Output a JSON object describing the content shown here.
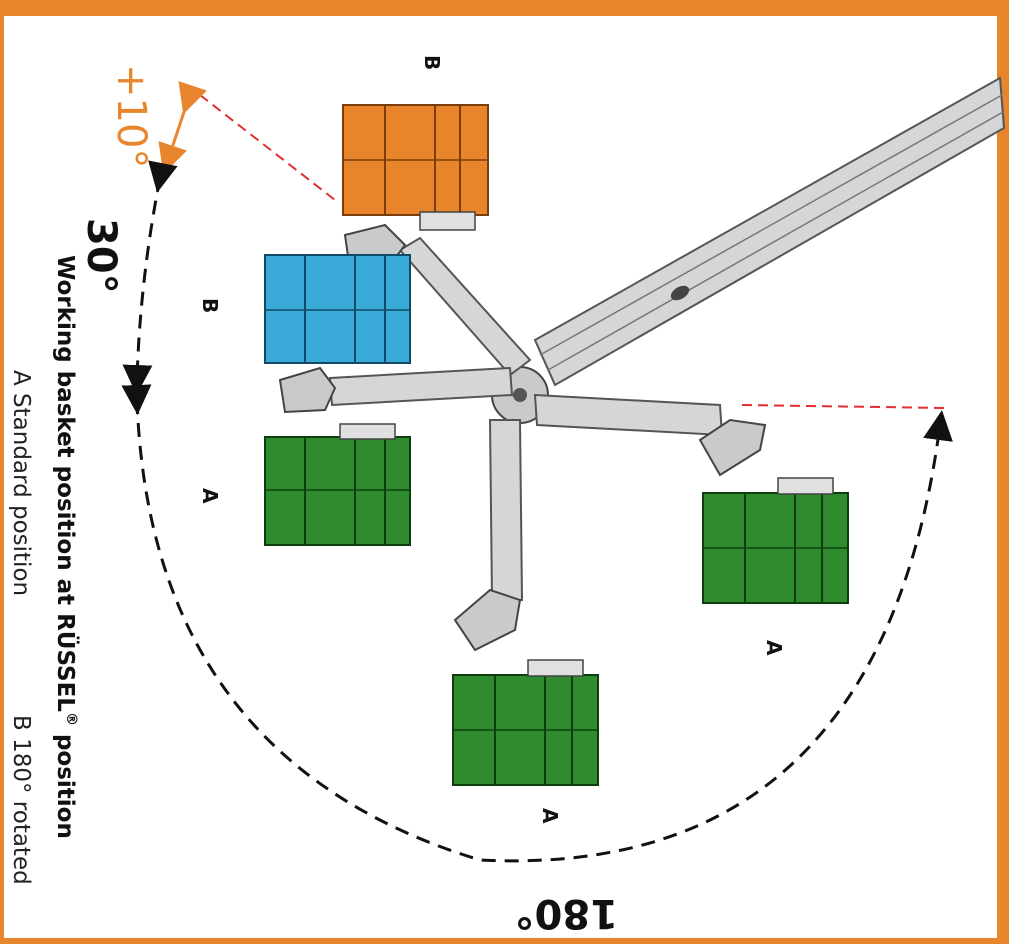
{
  "colors": {
    "frame": "#E8862E",
    "basket_standard": "#2E8B2E",
    "basket_rotated": "#3AAAD8",
    "basket_tilted": "#E8842A",
    "boom": "#D4D6D8",
    "boom_outline": "#555555",
    "dashed_red": "#E03030",
    "arc": "#111111"
  },
  "caption": {
    "title": "Working basket position at RÜSSEL",
    "registered": "®",
    "title_tail": " position",
    "legend_a": "A  Standard position",
    "legend_b": "B  180° rotated"
  },
  "angles": {
    "tilt": "+10°",
    "rotation_small": "30°",
    "rotation_large": "180°"
  },
  "basket_labels": {
    "orange": "B",
    "blue": "B",
    "green_left": "A",
    "green_bottom": "A",
    "green_right": "A"
  }
}
